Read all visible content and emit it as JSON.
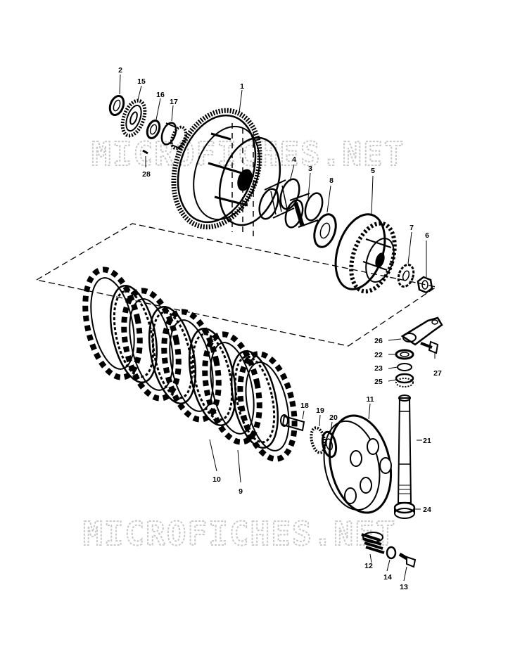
{
  "watermark": {
    "text": "MICROFICHES.NET"
  },
  "parts": [
    {
      "num": "1"
    },
    {
      "num": "2"
    },
    {
      "num": "3"
    },
    {
      "num": "4"
    },
    {
      "num": "5"
    },
    {
      "num": "6"
    },
    {
      "num": "7"
    },
    {
      "num": "8"
    },
    {
      "num": "9"
    },
    {
      "num": "10"
    },
    {
      "num": "11"
    },
    {
      "num": "12"
    },
    {
      "num": "13"
    },
    {
      "num": "14"
    },
    {
      "num": "15"
    },
    {
      "num": "16"
    },
    {
      "num": "17"
    },
    {
      "num": "18"
    },
    {
      "num": "19"
    },
    {
      "num": "20"
    },
    {
      "num": "21"
    },
    {
      "num": "22"
    },
    {
      "num": "23"
    },
    {
      "num": "24"
    },
    {
      "num": "25"
    },
    {
      "num": "26"
    },
    {
      "num": "27"
    },
    {
      "num": "28"
    }
  ]
}
